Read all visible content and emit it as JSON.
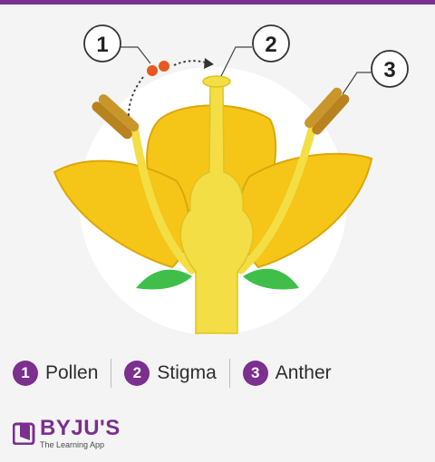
{
  "callouts": [
    {
      "num": "1"
    },
    {
      "num": "2"
    },
    {
      "num": "3"
    }
  ],
  "legend": [
    {
      "num": "1",
      "label": "Pollen"
    },
    {
      "num": "2",
      "label": "Stigma"
    },
    {
      "num": "3",
      "label": "Anther"
    }
  ],
  "logo": {
    "name": "BYJU'S",
    "tagline": "The Learning App"
  },
  "colors": {
    "brand_purple": "#7b2f8e",
    "petal_yellow": "#f5c518",
    "pistil_yellow": "#f3de45",
    "anther_ochre": "#c9962c",
    "sepal_green": "#3fbf4a",
    "pollen_orange": "#e8581f"
  }
}
